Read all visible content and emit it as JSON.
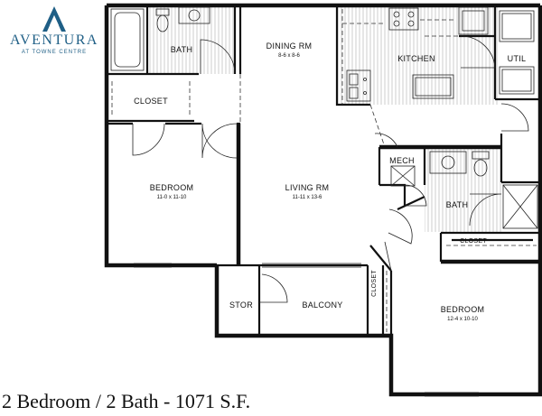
{
  "brand": {
    "name": "AVENTURA",
    "tagline": "AT TOWNE CENTRE",
    "mark_color": "#1f5f86"
  },
  "caption": "2 Bedroom / 2 Bath - 1071 S.F.",
  "rooms": {
    "bath_top": {
      "name": "BATH"
    },
    "closet_top": {
      "name": "CLOSET"
    },
    "dining": {
      "name": "DINING RM",
      "dim": "8-6 x 8-6"
    },
    "kitchen": {
      "name": "KITCHEN"
    },
    "util": {
      "name": "UTIL"
    },
    "bedroom_left": {
      "name": "BEDROOM",
      "dim": "11-0 x 11-10"
    },
    "living": {
      "name": "LIVING RM",
      "dim": "11-11 x 13-6"
    },
    "mech": {
      "name": "MECH"
    },
    "bath_right": {
      "name": "BATH"
    },
    "closet_right": {
      "name": "CLOSET"
    },
    "stor": {
      "name": "STOR"
    },
    "balcony": {
      "name": "BALCONY"
    },
    "closet_vertical": {
      "name": "CLOSET"
    },
    "bedroom_right": {
      "name": "BEDROOM",
      "dim": "12-4 x 10-10"
    }
  }
}
